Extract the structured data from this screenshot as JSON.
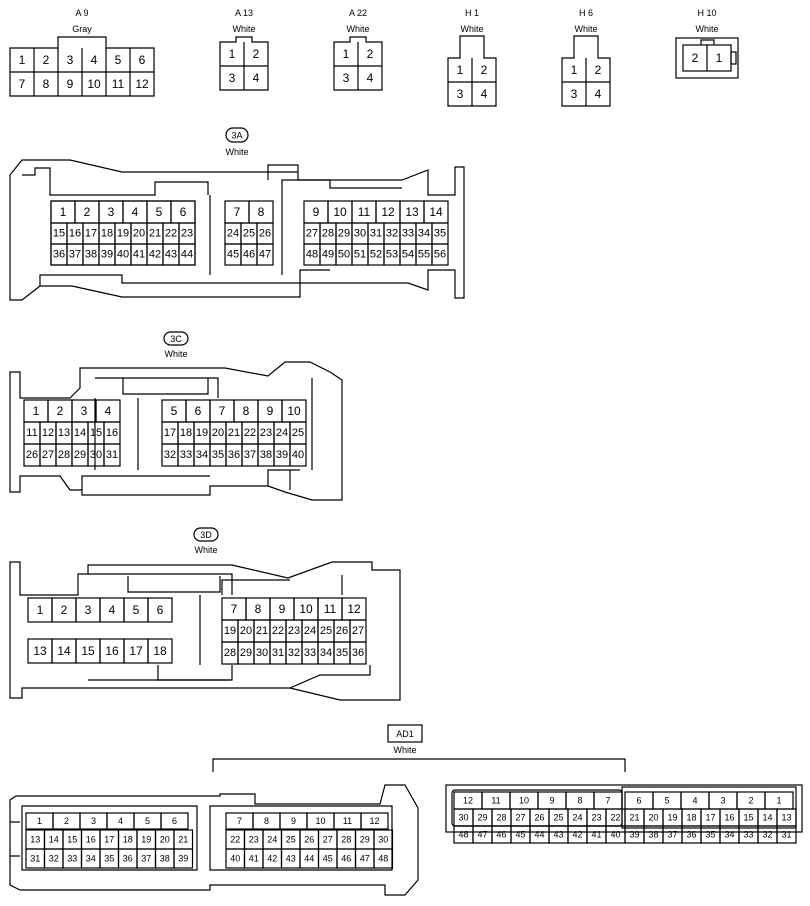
{
  "connectors": {
    "a9": {
      "name": "A 9",
      "color": "Gray",
      "pins": [
        "1",
        "2",
        "3",
        "4",
        "5",
        "6",
        "7",
        "8",
        "9",
        "10",
        "11",
        "12"
      ]
    },
    "a13": {
      "name": "A 13",
      "color": "White",
      "pins": [
        "1",
        "2",
        "3",
        "4"
      ]
    },
    "a22": {
      "name": "A 22",
      "color": "White",
      "pins": [
        "1",
        "2",
        "3",
        "4"
      ]
    },
    "h1": {
      "name": "H 1",
      "color": "White",
      "pins": [
        "1",
        "2",
        "3",
        "4"
      ]
    },
    "h6": {
      "name": "H 6",
      "color": "White",
      "pins": [
        "1",
        "2",
        "3",
        "4"
      ]
    },
    "h10": {
      "name": "H 10",
      "color": "White",
      "pins": [
        "2",
        "1"
      ]
    },
    "c3a": {
      "name": "3A",
      "color": "White"
    },
    "c3c": {
      "name": "3C",
      "color": "White"
    },
    "c3d": {
      "name": "3D",
      "color": "White"
    },
    "ad1": {
      "name": "AD1",
      "color": "White"
    }
  }
}
